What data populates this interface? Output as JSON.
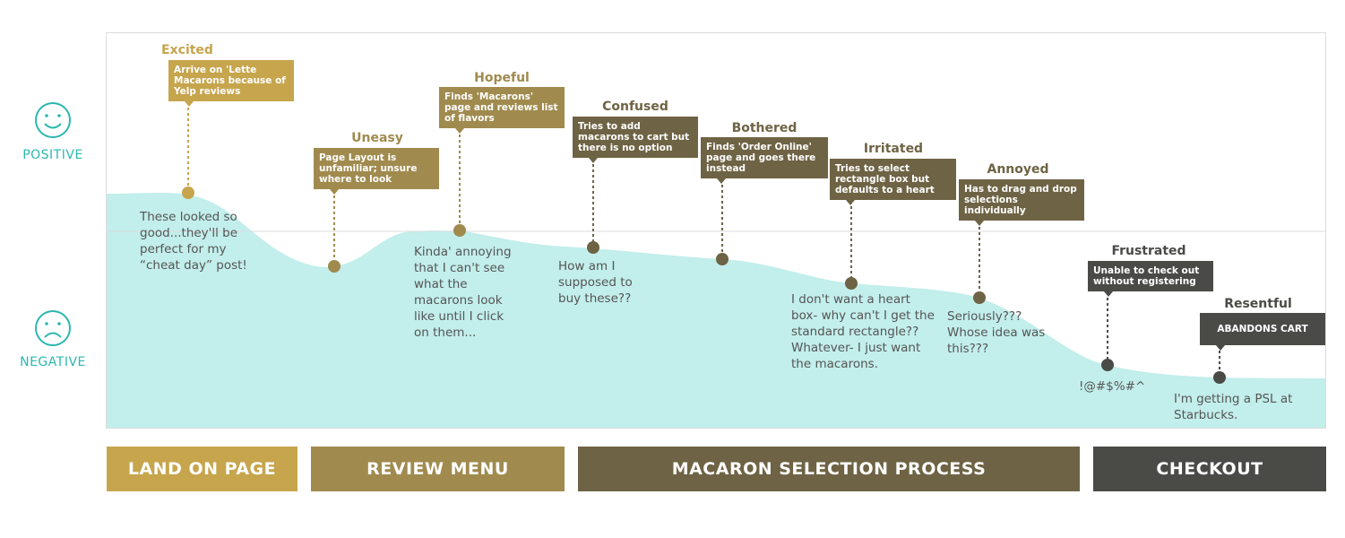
{
  "axis": {
    "positive_label": "POSITIVE",
    "negative_label": "NEGATIVE",
    "accent": "#2bb8b0",
    "area_fill": "#c2eeeb"
  },
  "steps": [
    {
      "emotion": "Excited",
      "note": "Arrive on 'Lette Macarons because of Yelp reviews",
      "quote": "These looked so good...they'll be perfect for my “cheat day” post!",
      "color": "#c6a54d"
    },
    {
      "emotion": "Uneasy",
      "note": "Page Layout is unfamiliar; unsure where to look",
      "quote": "",
      "color": "#a08a4e"
    },
    {
      "emotion": "Hopeful",
      "note": "Finds 'Macarons' page and reviews list of flavors",
      "quote": "Kinda' annoying that I can't see what the macarons look like until I click on them...",
      "color": "#a08a4e"
    },
    {
      "emotion": "Confused",
      "note": "Tries to add macarons to cart but there is no option",
      "quote": "How am I supposed to buy these??",
      "color": "#6e6344"
    },
    {
      "emotion": "Bothered",
      "note": "Finds 'Order Online' page and goes there instead",
      "quote": "",
      "color": "#6e6344"
    },
    {
      "emotion": "Irritated",
      "note": "Tries to select rectangle box but defaults to a heart",
      "quote": "I don't want a heart box- why can't I get the standard rectangle?? Whatever- I just want the macarons.",
      "color": "#6e6344"
    },
    {
      "emotion": "Annoyed",
      "note": "Has to drag and drop selections individually",
      "quote": "Seriously??? Whose idea was this???",
      "color": "#6e6344"
    },
    {
      "emotion": "Frustrated",
      "note": "Unable to check out without registering",
      "quote": "!@#$%#^",
      "color": "#4a4a47"
    },
    {
      "emotion": "Resentful",
      "note": "ABANDONS CART",
      "quote": "I'm getting a PSL at Starbucks.",
      "color": "#4a4a47"
    }
  ],
  "phases": [
    {
      "label": "LAND ON PAGE",
      "color": "#c6a54d"
    },
    {
      "label": "REVIEW MENU",
      "color": "#a08a4e"
    },
    {
      "label": "MACARON SELECTION PROCESS",
      "color": "#6e6344"
    },
    {
      "label": "CHECKOUT",
      "color": "#4a4a47"
    }
  ]
}
